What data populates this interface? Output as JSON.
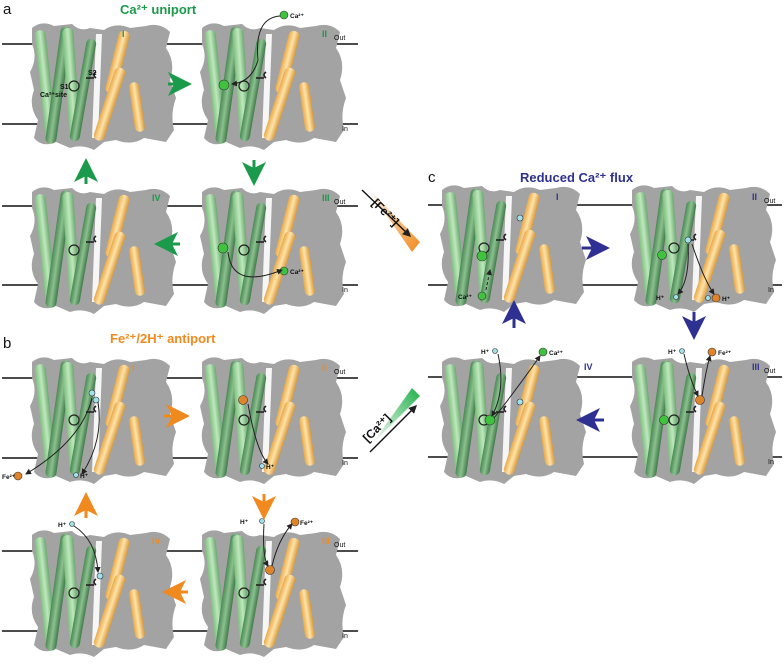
{
  "panels": {
    "a": {
      "letter": "a",
      "title": "Ca²⁺ uniport",
      "color": "#1a9a4a"
    },
    "b": {
      "letter": "b",
      "title": "Fe²⁺/2H⁺ antiport",
      "color": "#f08a1e"
    },
    "c": {
      "letter": "c",
      "title": "Reduced Ca²⁺ flux",
      "color": "#2e3192"
    }
  },
  "states": {
    "I": "I",
    "II": "II",
    "III": "III",
    "IV": "IV"
  },
  "membrane": {
    "out": "Out",
    "in": "In"
  },
  "labels": {
    "s1": "S1",
    "s2": "S2",
    "ca_site": "Ca²⁺site",
    "ca": "Ca²⁺",
    "fe": "Fe²⁺",
    "h": "H⁺",
    "fe_gradient": "[Fe²⁺]",
    "ca_gradient": "[Ca²⁺]"
  },
  "colors": {
    "membrane_shadow": "#a3a3a3",
    "helix_green_light": "#a8dca8",
    "helix_green_dark": "#5d9a66",
    "helix_orange": "#f6c770",
    "ca_ion": "#3fc33f",
    "fe_ion": "#e0842a",
    "h_ion": "#9fe0ea",
    "arrow_green": "#1a9a4a",
    "arrow_orange": "#f08a1e",
    "arrow_blue": "#2e3192"
  }
}
